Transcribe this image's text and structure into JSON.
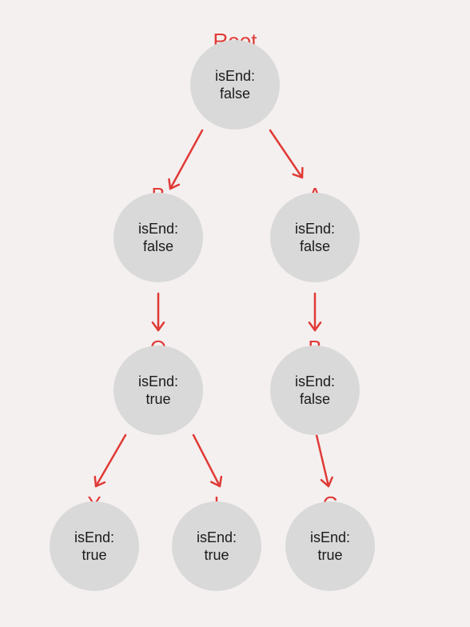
{
  "colors": {
    "background": "#f4f0ef",
    "node_fill": "#d9d9d9",
    "accent": "#e03a36",
    "text": "#1a1a1a"
  },
  "nodes": [
    {
      "id": "root",
      "letter": "Root",
      "line1": "isEnd:",
      "line2": "false"
    },
    {
      "id": "b1",
      "letter": "B",
      "line1": "isEnd:",
      "line2": "false"
    },
    {
      "id": "a1",
      "letter": "A",
      "line1": "isEnd:",
      "line2": "false"
    },
    {
      "id": "o",
      "letter": "O",
      "line1": "isEnd:",
      "line2": "true"
    },
    {
      "id": "b2",
      "letter": "B",
      "line1": "isEnd:",
      "line2": "false"
    },
    {
      "id": "y",
      "letter": "Y",
      "line1": "isEnd:",
      "line2": "true"
    },
    {
      "id": "i",
      "letter": "I",
      "line1": "isEnd:",
      "line2": "true"
    },
    {
      "id": "c",
      "letter": "C",
      "line1": "isEnd:",
      "line2": "true"
    }
  ],
  "edges": [
    {
      "from": "root",
      "to": "b1"
    },
    {
      "from": "root",
      "to": "a1"
    },
    {
      "from": "b1",
      "to": "o"
    },
    {
      "from": "a1",
      "to": "b2"
    },
    {
      "from": "o",
      "to": "y"
    },
    {
      "from": "o",
      "to": "i"
    },
    {
      "from": "b2",
      "to": "c"
    }
  ]
}
